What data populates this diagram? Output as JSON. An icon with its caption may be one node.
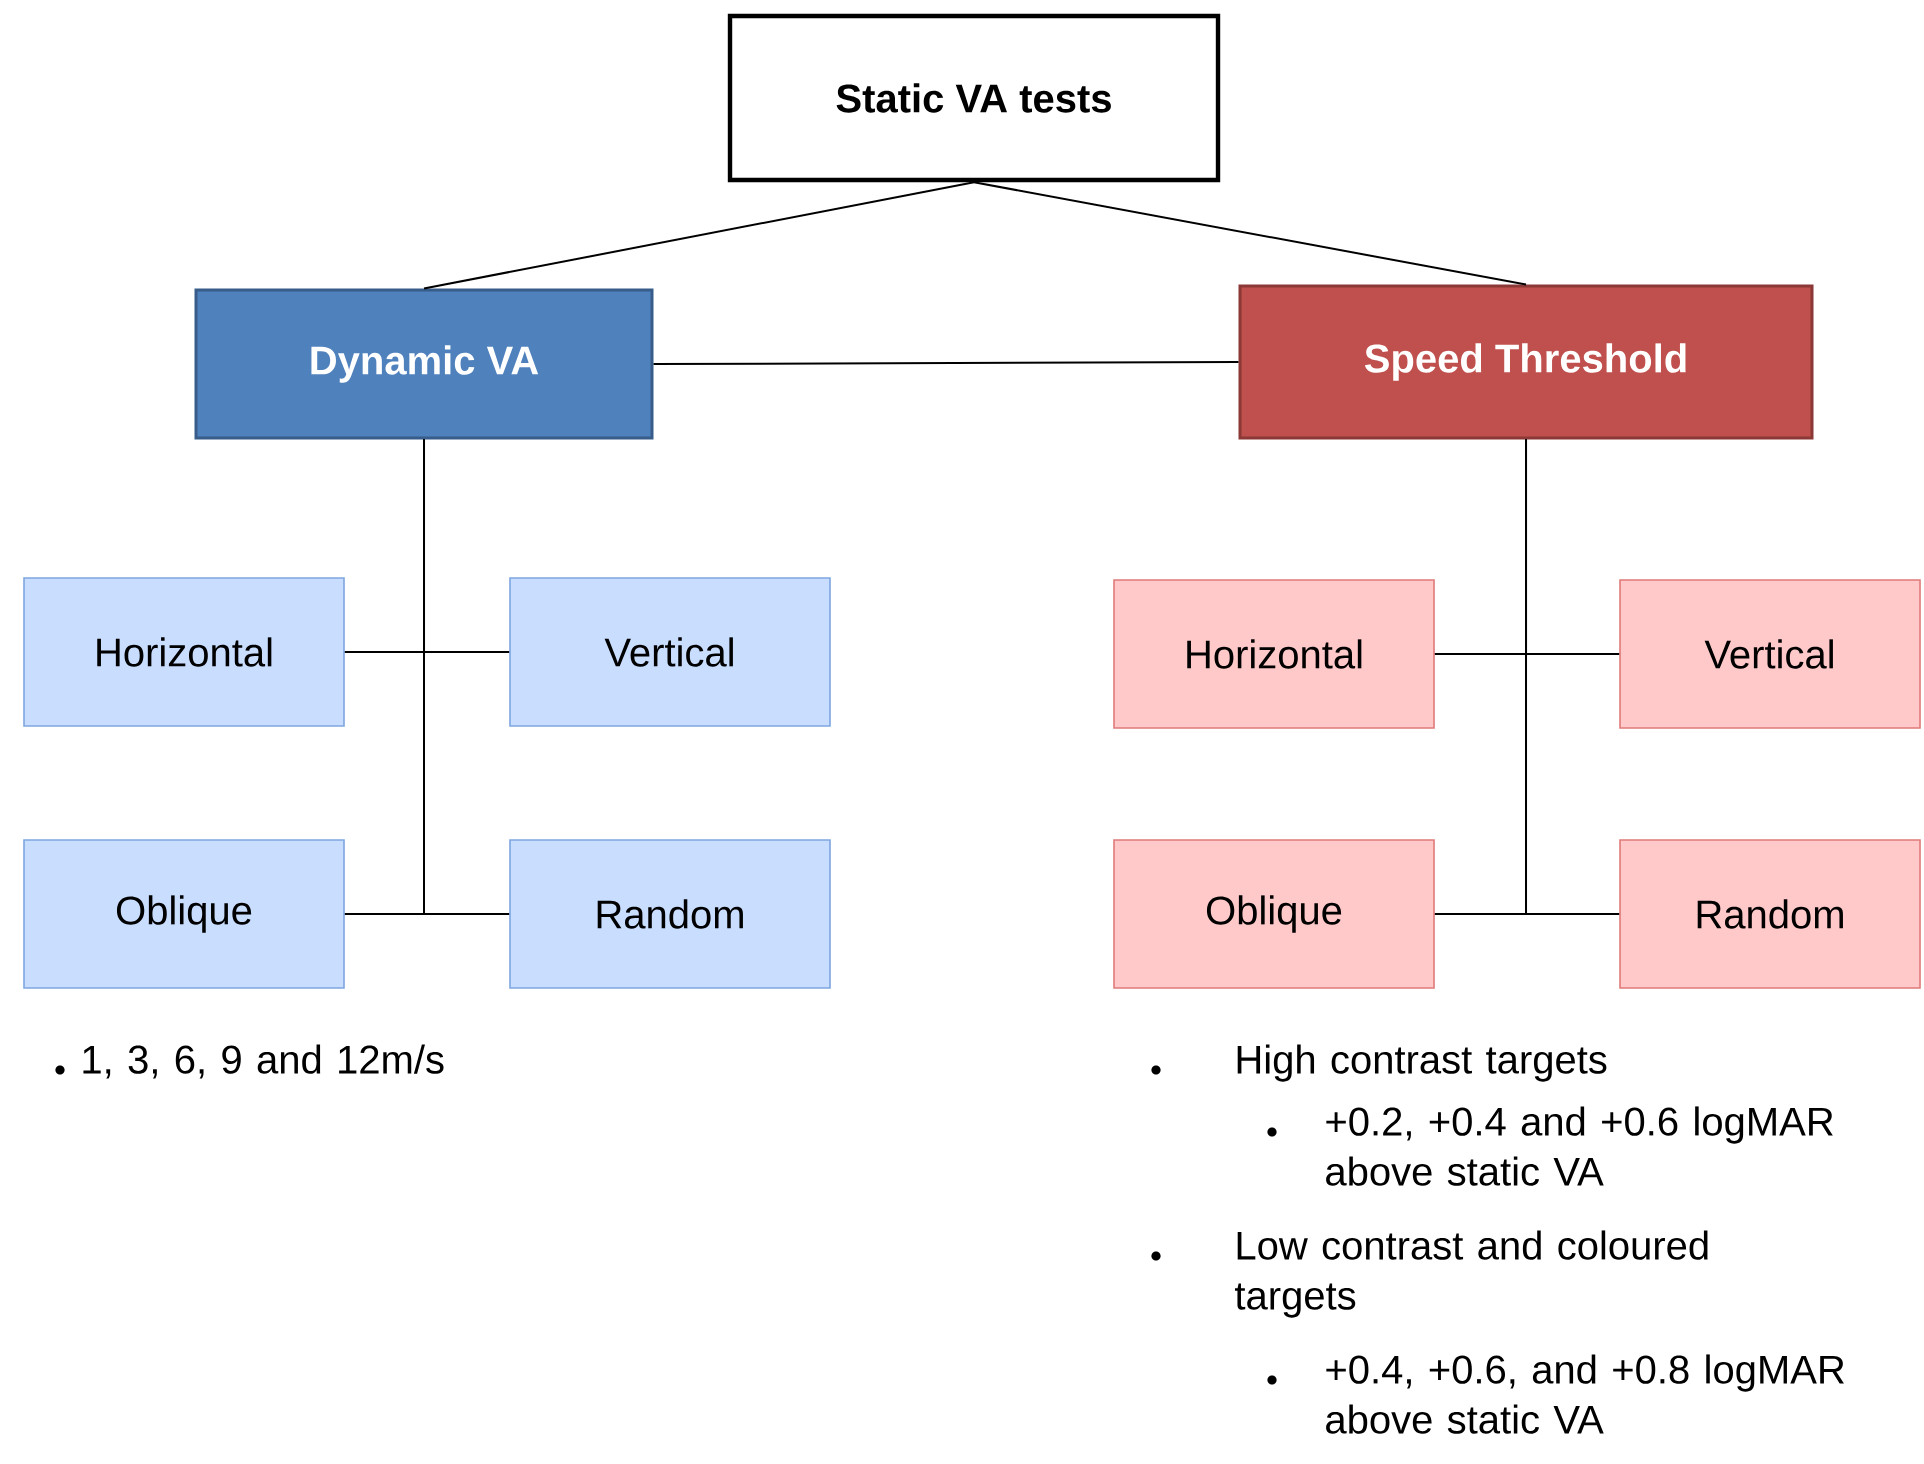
{
  "diagram": {
    "nodes": [
      {
        "text": [
          "Static VA tests"
        ]
      },
      {
        "text": [
          "Dynamic VA"
        ]
      },
      {
        "text": [
          "Speed Threshold"
        ]
      },
      {
        "text": [
          "Horizontal"
        ]
      },
      {
        "text": [
          "Vertical"
        ]
      },
      {
        "text": [
          "Oblique"
        ]
      },
      {
        "text": [
          "Random"
        ]
      },
      {
        "text": [
          "Horizontal"
        ]
      },
      {
        "text": [
          "Vertical"
        ]
      },
      {
        "text": [
          "Oblique"
        ]
      },
      {
        "text": [
          "Random"
        ]
      }
    ],
    "edges": [
      {
        "from": 0,
        "to": 1,
        "arrow": "none"
      },
      {
        "from": 0,
        "to": 2,
        "arrow": "none"
      },
      {
        "from": 1,
        "to": 2,
        "arrow": "none"
      },
      {
        "from": 1,
        "to": 3,
        "arrow": "none"
      },
      {
        "from": 1,
        "to": 4,
        "arrow": "none"
      },
      {
        "from": 1,
        "to": 5,
        "arrow": "none"
      },
      {
        "from": 1,
        "to": 6,
        "arrow": "none"
      },
      {
        "from": 2,
        "to": 7,
        "arrow": "none"
      },
      {
        "from": 2,
        "to": 8,
        "arrow": "none"
      },
      {
        "from": 2,
        "to": 9,
        "arrow": "none"
      },
      {
        "from": 2,
        "to": 10,
        "arrow": "none"
      }
    ],
    "labels": [
      "1, 3, 6, 9 and 12m/s",
      "High contrast targets",
      "+0.2, +0.4 and +0.6 logMAR above static VA",
      "Low contrast and coloured targets",
      "+0.4, +0.6, and +0.8 logMAR above static VA"
    ]
  }
}
